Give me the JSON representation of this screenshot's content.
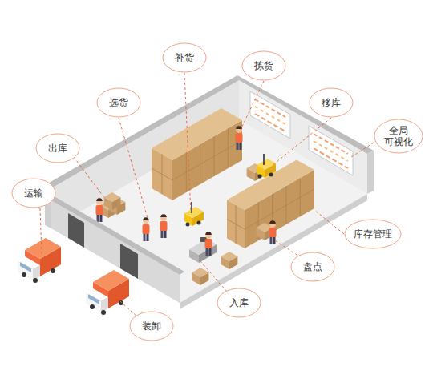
{
  "diagram": {
    "nodes": [
      {
        "text": [
          "补货"
        ]
      },
      {
        "text": [
          "拣货"
        ]
      },
      {
        "text": [
          "选货"
        ]
      },
      {
        "text": [
          "移库"
        ]
      },
      {
        "text": [
          "全局 可视化"
        ]
      },
      {
        "text": [
          "出库"
        ]
      },
      {
        "text": [
          "运输"
        ]
      },
      {
        "text": [
          "库存管理"
        ]
      },
      {
        "text": [
          "盘点"
        ]
      },
      {
        "text": [
          "入库"
        ]
      },
      {
        "text": [
          "装卸"
        ]
      }
    ]
  }
}
